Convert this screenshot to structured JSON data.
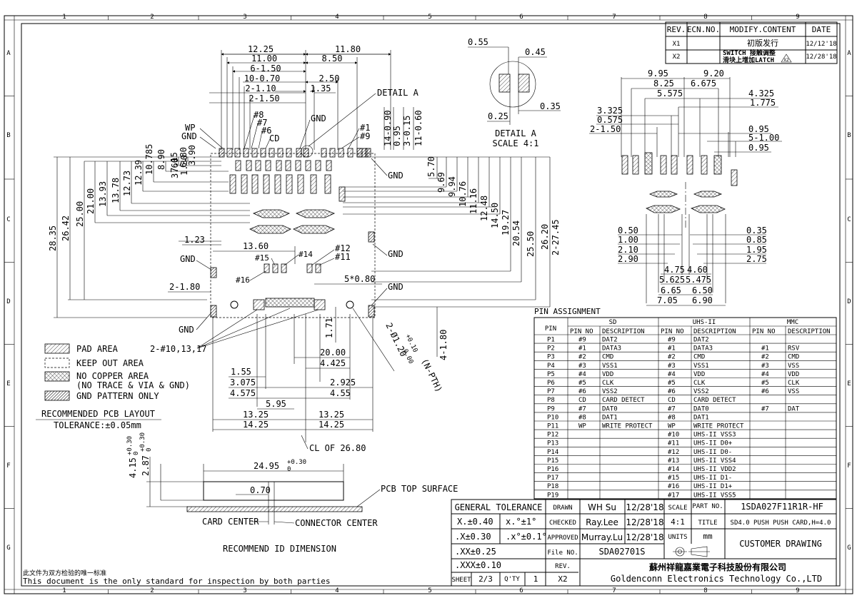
{
  "frame": {
    "cols": [
      "1",
      "2",
      "3",
      "4",
      "5",
      "6",
      "7",
      "8",
      "9"
    ],
    "rows": [
      "A",
      "B",
      "C",
      "D",
      "E",
      "F",
      "G"
    ]
  },
  "revisions": {
    "headers": [
      "REV.",
      "ECN.NO.",
      "MODIFY.CONTENT",
      "DATE"
    ],
    "rows": [
      {
        "rev": "X1",
        "ecn": "",
        "content": "初版发行",
        "date": "12/12'18"
      },
      {
        "rev": "X2",
        "ecn": "",
        "content": "SWITCH 接触调整",
        "content2": "滑块上增加LATCH",
        "mark": "X2",
        "date": "12/28'18"
      }
    ]
  },
  "pcb_layout": {
    "top_dims": [
      "12.25",
      "11.80",
      "11.00",
      "8.50",
      "6-1.50",
      "2.50",
      "10-0.70",
      "1.35",
      "2-1.10",
      "2-1.50"
    ],
    "callouts": [
      "DETAIL A",
      "GND",
      "#8",
      "#7",
      "#6",
      "CD",
      "WP",
      "GND",
      "#1",
      "#9",
      "14-0.90",
      "0.95",
      "3-0.15",
      "11-0.60"
    ],
    "left_dims": [
      "28.35",
      "26.42",
      "25.00",
      "21.00",
      "13.93",
      "13.78",
      "12.73",
      "12.39",
      "10.785",
      "8.90",
      "7.15",
      "6.80",
      "3.90",
      "3.60",
      "1.30"
    ],
    "right_dims": [
      "5.70",
      "9.69",
      "9.94",
      "10.76",
      "11.16",
      "12.48",
      "14.50",
      "19.27",
      "20.54",
      "25.50",
      "26.20",
      "2-27.45"
    ],
    "mid_labels": [
      "1.23",
      "13.60",
      "GND",
      "#15",
      "#14",
      "#12",
      "#11",
      "#16",
      "5*0.80",
      "GND",
      "2-1.80",
      "GND",
      "GND",
      "2-#10,13,17",
      "1.71",
      "2-Ø1.20",
      "+0.10",
      "-0.00",
      "(N-PTH)",
      "4-1.80"
    ],
    "bottom_dims": [
      "20.00",
      "4.425",
      "1.55",
      "3.075",
      "2.925",
      "4.575",
      "4.55",
      "5.95",
      "13.25",
      "13.25",
      "14.25",
      "14.25",
      "CL OF 26.80"
    ],
    "legend": [
      "PAD AREA",
      "KEEP OUT AREA",
      "NO COPPER AREA",
      "(NO TRACE & VIA & GND)",
      "GND PATTERN ONLY"
    ],
    "title": "RECOMMENDED PCB LAYOUT",
    "tolerance": "TOLERANCE:±0.05mm"
  },
  "detail_a": {
    "dims": [
      "0.55",
      "0.45",
      "0.25",
      "0.35"
    ],
    "title": "DETAIL A",
    "scale": "SCALE 4:1"
  },
  "pin_assignment_view": {
    "top_dims": [
      "9.95",
      "9.20",
      "8.25",
      "6.675",
      "5.575",
      "4.325",
      "1.775",
      "3.325",
      "0.575",
      "2-1.50",
      "0.95",
      "5-1.00",
      "0.95"
    ],
    "left_dims": [
      "0.50",
      "1.00",
      "2.10",
      "2.90"
    ],
    "right_dims": [
      "0.35",
      "0.85",
      "1.95",
      "2.75"
    ],
    "bottom_dims": [
      "4.75",
      "4.60",
      "5.625",
      "5.475",
      "6.65",
      "6.50",
      "7.05",
      "6.90"
    ]
  },
  "id_dimension": {
    "dims": [
      "24.95",
      "+0.30",
      "0",
      "4.15",
      "+0.30",
      "0",
      "2.87",
      "+0.30",
      "0",
      "0.70"
    ],
    "labels": [
      "PCB TOP SURFACE",
      "CARD CENTER",
      "CONNECTOR CENTER"
    ],
    "title": "RECOMMEND ID DIMENSION"
  },
  "pin_table": {
    "caption": "PIN ASSIGNMENT",
    "groups": [
      "SD",
      "UHS-II",
      "MMC"
    ],
    "pin_header": "PIN",
    "sub_headers": [
      "PIN NO",
      "DESCRIPTION",
      "PIN NO",
      "DESCRIPTION",
      "PIN NO",
      "DESCRIPTION"
    ],
    "rows": [
      [
        "P1",
        "#9",
        "DAT2",
        "#9",
        "DAT2",
        "",
        ""
      ],
      [
        "P2",
        "#1",
        "DATA3",
        "#1",
        "DATA3",
        "#1",
        "RSV"
      ],
      [
        "P3",
        "#2",
        "CMD",
        "#2",
        "CMD",
        "#2",
        "CMD"
      ],
      [
        "P4",
        "#3",
        "VSS1",
        "#3",
        "VSS1",
        "#3",
        "VSS"
      ],
      [
        "P5",
        "#4",
        "VDD",
        "#4",
        "VDD",
        "#4",
        "VDD"
      ],
      [
        "P6",
        "#5",
        "CLK",
        "#5",
        "CLK",
        "#5",
        "CLK"
      ],
      [
        "P7",
        "#6",
        "VSS2",
        "#6",
        "VSS2",
        "#6",
        "VSS"
      ],
      [
        "P8",
        "CD",
        "CARD DETECT",
        "CD",
        "CARD DETECT",
        "",
        ""
      ],
      [
        "P9",
        "#7",
        "DAT0",
        "#7",
        "DAT0",
        "#7",
        "DAT"
      ],
      [
        "P10",
        "#8",
        "DAT1",
        "#8",
        "DAT1",
        "",
        ""
      ],
      [
        "P11",
        "WP",
        "WRITE PROTECT",
        "WP",
        "WRITE PROTECT",
        "",
        ""
      ],
      [
        "P12",
        "",
        "",
        "#10",
        "UHS-II VSS3",
        "",
        ""
      ],
      [
        "P13",
        "",
        "",
        "#11",
        "UHS-II D0+",
        "",
        ""
      ],
      [
        "P14",
        "",
        "",
        "#12",
        "UHS-II D0-",
        "",
        ""
      ],
      [
        "P15",
        "",
        "",
        "#13",
        "UHS-II VSS4",
        "",
        ""
      ],
      [
        "P16",
        "",
        "",
        "#14",
        "UHS-II VDD2",
        "",
        ""
      ],
      [
        "P17",
        "",
        "",
        "#15",
        "UHS-II D1-",
        "",
        ""
      ],
      [
        "P18",
        "",
        "",
        "#16",
        "UHS-II D1+",
        "",
        ""
      ],
      [
        "P19",
        "",
        "",
        "#17",
        "UHS-II VSS5",
        "",
        ""
      ]
    ]
  },
  "title_block": {
    "general_tolerance": "GENERAL TOLERANCE",
    "tolerances": [
      [
        "X.±0.40",
        "x.°±1°"
      ],
      [
        ".X±0.30",
        ".x°±0.1°"
      ],
      [
        ".XX±0.25",
        ""
      ],
      [
        ".XXX±0.10",
        ""
      ]
    ],
    "drawn_label": "DRAWN",
    "drawn_by": "WH Su",
    "drawn_date": "12/28'18",
    "checked_label": "CHECKED",
    "checked_by": "Ray.Lee",
    "checked_date": "12/28'18",
    "approved_label": "APPROVED",
    "approved_by": "Murray.Lu",
    "approved_date": "12/28'18",
    "file_label": "File NO.",
    "file_no": "SDA02701S",
    "rev_label": "REV.",
    "rev": "X2",
    "scale_label": "SCALE",
    "scale": "4:1",
    "part_label": "PART NO.",
    "part_no": "1SDA027F11R1R-HF",
    "title_label": "TITLE",
    "title": "SD4.0 PUSH PUSH CARD,H=4.0",
    "units_label": "UNITS",
    "units": "mm",
    "customer": "CUSTOMER DRAWING",
    "company_cn": "蘇州祥龍嘉業電子科技股份有限公司",
    "company_en": "Goldenconn Electronics Technology Co.,LTD",
    "sheet_label": "SHEET",
    "sheet": "2/3",
    "qty_label": "Q'TY",
    "qty": "1",
    "sheet_rev": "X2"
  },
  "footer": {
    "note_cn": "此文件为双方检验的唯一标准",
    "note_en": "This document is the only standard for inspection by both parties"
  }
}
